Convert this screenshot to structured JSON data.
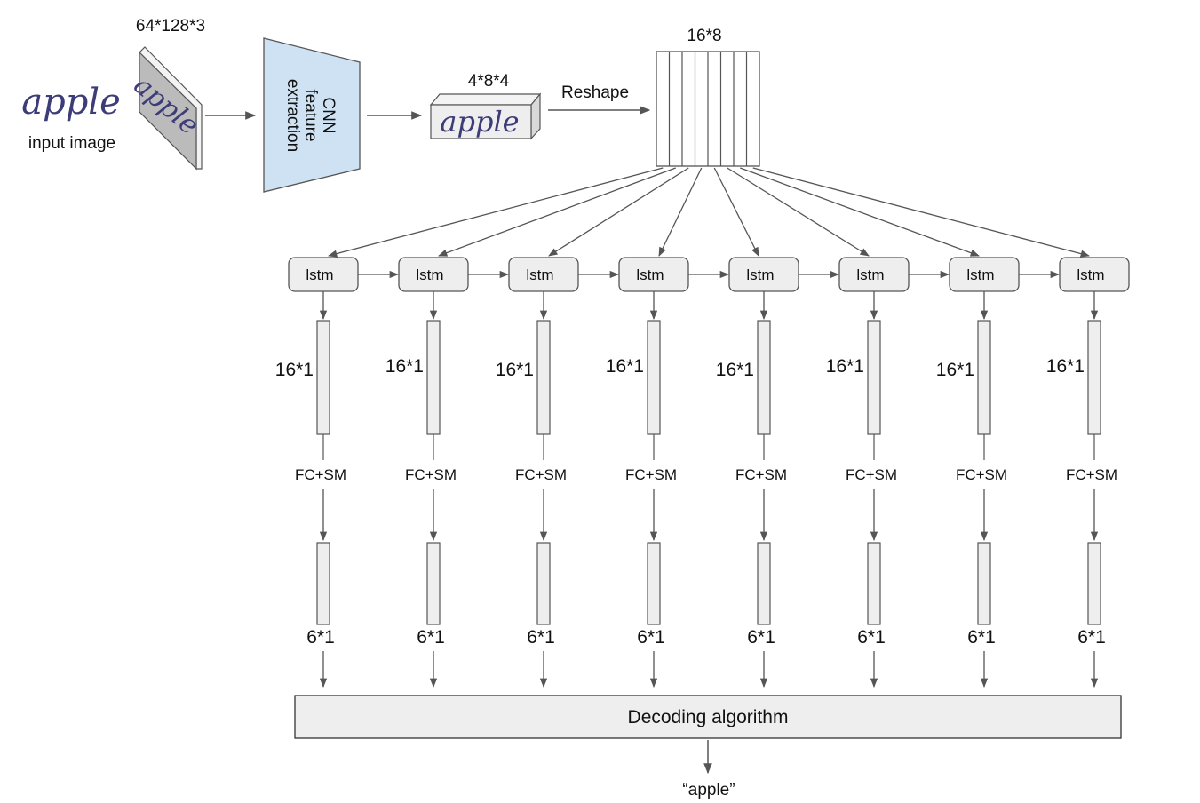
{
  "input": {
    "handwriting": "apple",
    "caption": "input image",
    "dims": "64*128*3"
  },
  "cnn": {
    "line1": "CNN",
    "line2": "feature",
    "line3": "extraction"
  },
  "feature_map": {
    "dims": "4*8*4",
    "handwriting": "apple"
  },
  "reshape": {
    "label": "Reshape",
    "dims": "16*8",
    "columns": 8
  },
  "columns": [
    {
      "lstm": "lstm",
      "hidden": "16*1",
      "fc": "FC+SM",
      "out": "6*1"
    },
    {
      "lstm": "lstm",
      "hidden": "16*1",
      "fc": "FC+SM",
      "out": "6*1"
    },
    {
      "lstm": "lstm",
      "hidden": "16*1",
      "fc": "FC+SM",
      "out": "6*1"
    },
    {
      "lstm": "lstm",
      "hidden": "16*1",
      "fc": "FC+SM",
      "out": "6*1"
    },
    {
      "lstm": "lstm",
      "hidden": "16*1",
      "fc": "FC+SM",
      "out": "6*1"
    },
    {
      "lstm": "lstm",
      "hidden": "16*1",
      "fc": "FC+SM",
      "out": "6*1"
    },
    {
      "lstm": "lstm",
      "hidden": "16*1",
      "fc": "FC+SM",
      "out": "6*1"
    },
    {
      "lstm": "lstm",
      "hidden": "16*1",
      "fc": "FC+SM",
      "out": "6*1"
    }
  ],
  "decoder": {
    "label": "Decoding algorithm",
    "output": "“apple”"
  },
  "colors": {
    "stroke": "#555555",
    "box_fill": "#eeeeee",
    "cnn_fill": "#cfe2f3",
    "slab_fill": "#bbbbbb",
    "ink": "#3c3c78"
  }
}
